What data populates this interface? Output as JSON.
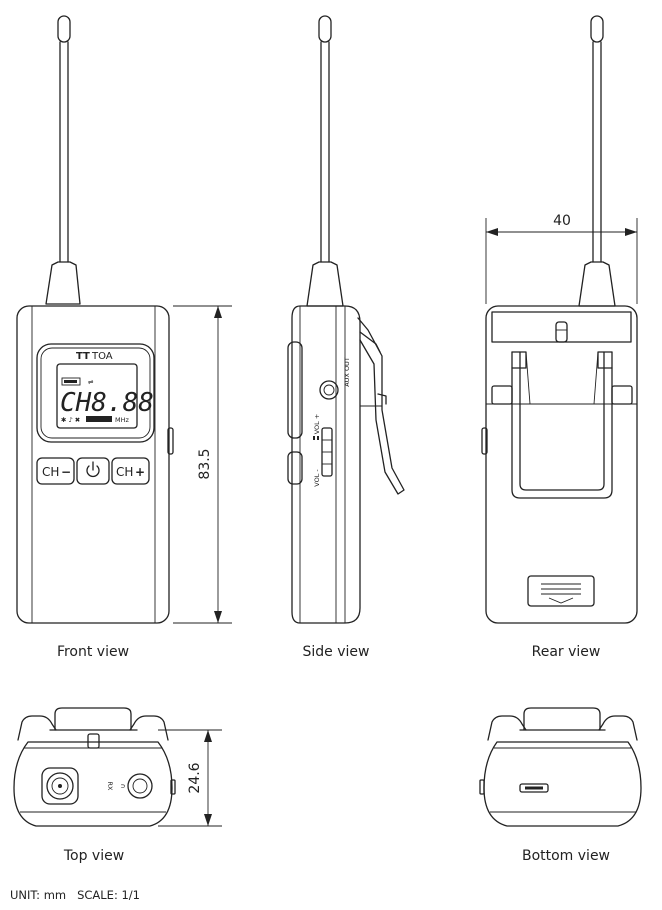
{
  "views": {
    "front": "Front view",
    "side": "Side view",
    "rear": "Rear view",
    "top": "Top view",
    "bottom": "Bottom view"
  },
  "dimensions": {
    "height": "83.5",
    "width": "40",
    "depth": "24.6"
  },
  "device": {
    "brand": "TOA",
    "display": "CH8.88",
    "display_unit": "MHz",
    "buttons": {
      "ch_minus": "CH",
      "ch_plus": "CH"
    },
    "side_labels": {
      "aux_out": "AUX OUT",
      "vol_plus": "VOL +",
      "vol_minus": "VOL -"
    },
    "top_label": "RX"
  },
  "footer": "UNIT: mm   SCALE: 1/1"
}
